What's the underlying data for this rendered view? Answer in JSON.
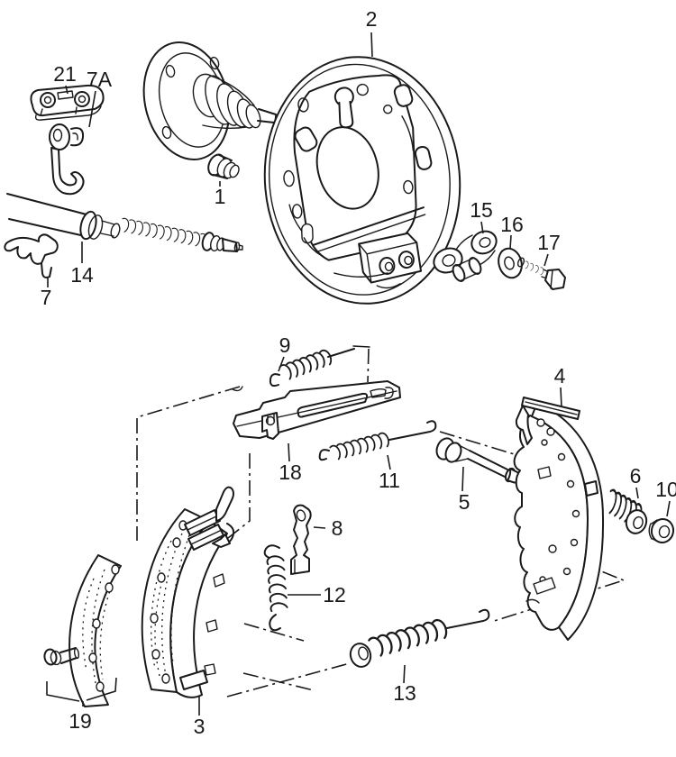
{
  "diagram": {
    "background_color": "#ffffff",
    "line_color": "#1a1a1a",
    "callouts": {
      "c1": {
        "label": "1"
      },
      "c2": {
        "label": "2"
      },
      "c3": {
        "label": "3"
      },
      "c4": {
        "label": "4"
      },
      "c5": {
        "label": "5"
      },
      "c6": {
        "label": "6"
      },
      "c7": {
        "label": "7"
      },
      "c7a": {
        "label": "7A"
      },
      "c8": {
        "label": "8"
      },
      "c9": {
        "label": "9"
      },
      "c10": {
        "label": "10"
      },
      "c11": {
        "label": "11"
      },
      "c12": {
        "label": "12"
      },
      "c13": {
        "label": "13"
      },
      "c14": {
        "label": "14"
      },
      "c15": {
        "label": "15"
      },
      "c16": {
        "label": "16"
      },
      "c17": {
        "label": "17"
      },
      "c18": {
        "label": "18"
      },
      "c19": {
        "label": "19"
      },
      "c21": {
        "label": "21"
      }
    }
  }
}
